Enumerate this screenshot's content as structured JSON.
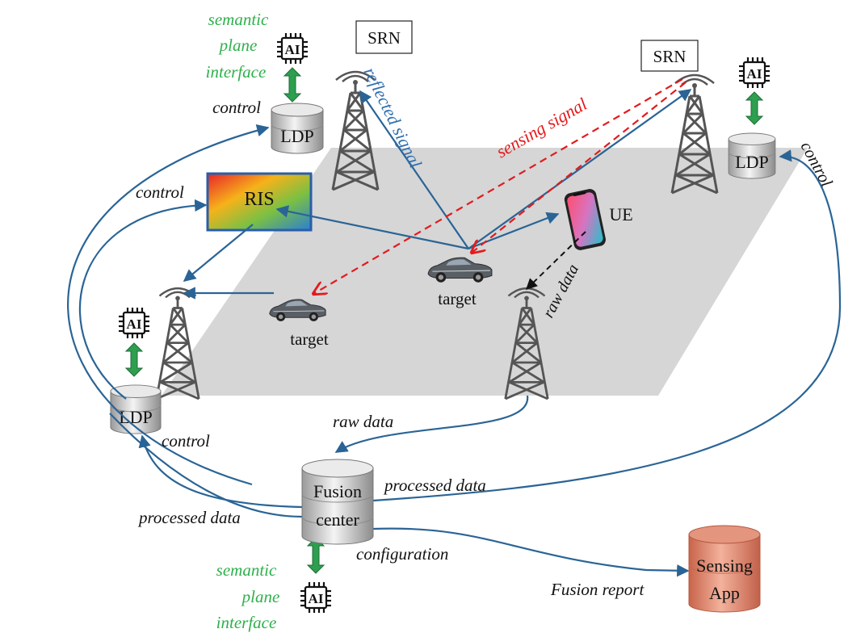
{
  "labels": {
    "srn_left": "SRN",
    "srn_right": "SRN",
    "ldp_top": "LDP",
    "ldp_right": "LDP",
    "ldp_left": "LDP",
    "ris": "RIS",
    "ue": "UE",
    "target_center": "target",
    "target_left": "target",
    "fusion_center_line1": "Fusion",
    "fusion_center_line2": "center",
    "sensing_app_line1": "Sensing",
    "sensing_app_line2": "App",
    "ai_chip": "AI",
    "semantic_top": [
      "semantic",
      "plane",
      "interface"
    ],
    "semantic_bottom": [
      "semantic",
      "plane",
      "interface"
    ],
    "reflected_signal": "reflected signal",
    "sensing_signal": "sensing signal",
    "control_top": "control",
    "control_ris": "control",
    "control_left": "control",
    "control_right": "control",
    "raw_data_ue": "raw data",
    "raw_data_bottom": "raw data",
    "processed_data_right": "processed data",
    "processed_data_left": "processed data",
    "configuration": "configuration",
    "fusion_report": "Fusion report"
  },
  "colors": {
    "semantic_text": "#2db04b",
    "arrow_blue": "#2a6496",
    "signal_blue": "#2f6fb0",
    "sensing_red": "#e41a1c",
    "green_arrow": "#2e9e4f",
    "sensing_app_fill": "#e5937a",
    "ground_plane": "#d4d4d4"
  },
  "icons": [
    "ai-chip-icon",
    "tower-icon",
    "database-icon",
    "car-icon",
    "phone-icon"
  ]
}
